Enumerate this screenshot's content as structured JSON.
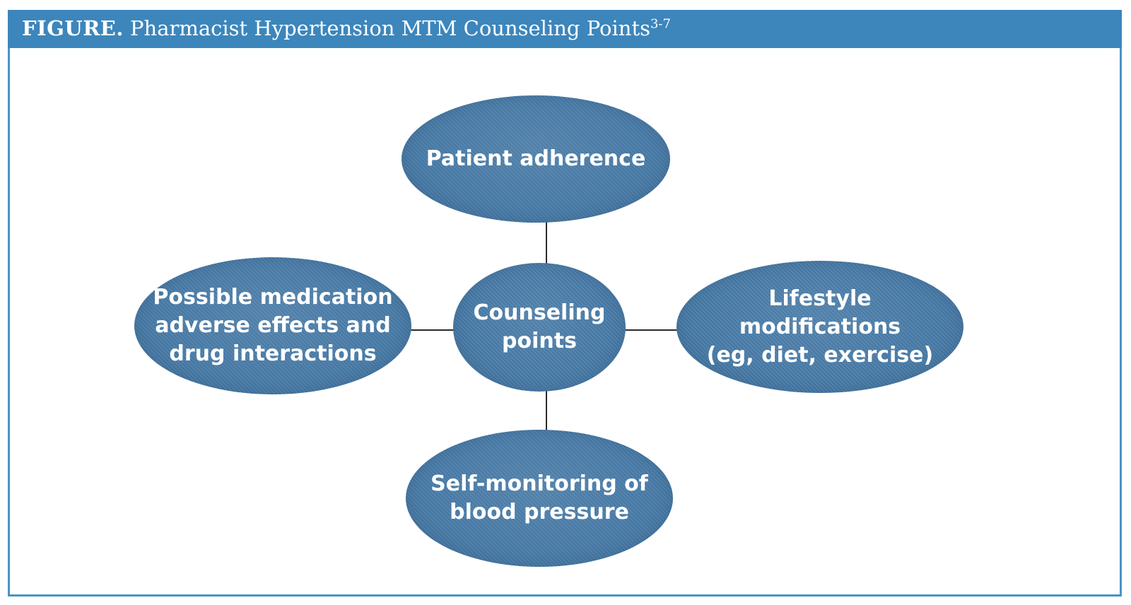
{
  "figure": {
    "title_label": "FIGURE.",
    "title_text": "Pharmacist Hypertension MTM Counseling Points",
    "title_superscript": "3-7"
  },
  "diagram": {
    "center": {
      "id": "counseling-points",
      "label": "Counseling\npoints"
    },
    "nodes": [
      {
        "id": "patient-adherence",
        "position": "top",
        "label": "Patient adherence"
      },
      {
        "id": "medication-adverse-effects",
        "position": "left",
        "label": "Possible medication\nadverse effects and\ndrug interactions"
      },
      {
        "id": "lifestyle-modifications",
        "position": "right",
        "label": "Lifestyle modifications\n(eg, diet, exercise)"
      },
      {
        "id": "self-monitoring-bp",
        "position": "bottom",
        "label": "Self-monitoring of\nblood pressure"
      }
    ],
    "connectors": [
      "top",
      "left",
      "right",
      "bottom"
    ]
  },
  "colors": {
    "header_bg": "#3c86bc",
    "box_border": "#4b93c9",
    "ellipse_fill": "#4a7da9",
    "ellipse_fill_light": "#5585ae",
    "ellipse_fill_dark": "#44769f",
    "label_color": "#ffffff",
    "connector_color": "#2b2b2b",
    "title_color": "#ffffff",
    "page_bg": "#ffffff"
  }
}
